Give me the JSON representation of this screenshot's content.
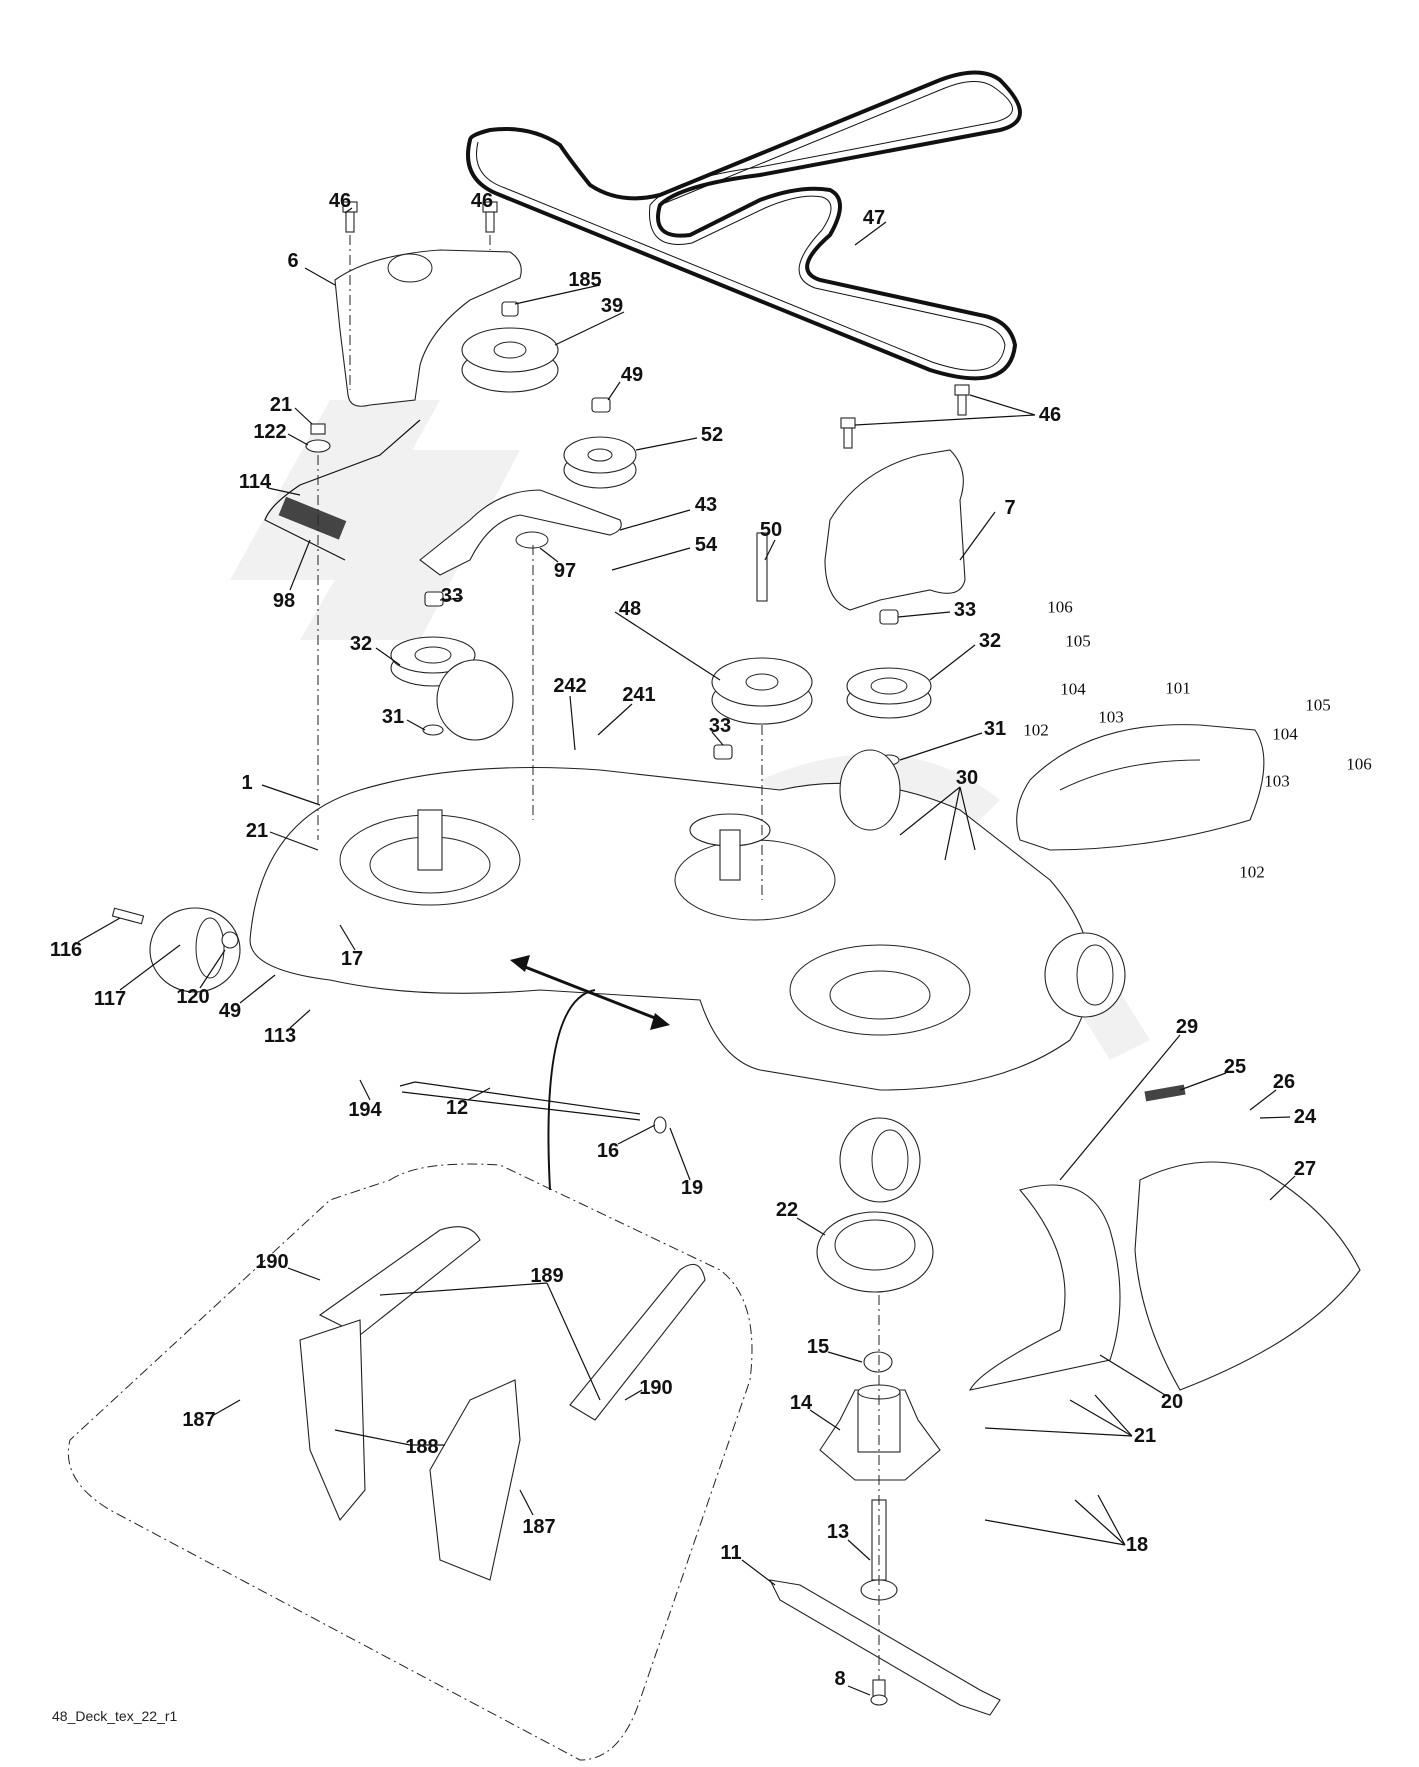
{
  "diagram": {
    "title": "48_Deck_tex_22_r1",
    "type": "exploded parts diagram",
    "subject": "48 inch mower cutting deck assembly",
    "callouts": [
      {
        "id": "c46a",
        "text": "46",
        "part": "bolt"
      },
      {
        "id": "c46b",
        "text": "46",
        "part": "bolt"
      },
      {
        "id": "c47",
        "text": "47",
        "part": "drive belt"
      },
      {
        "id": "c6",
        "text": "6",
        "part": "belt cover left"
      },
      {
        "id": "c185",
        "text": "185",
        "part": "nut"
      },
      {
        "id": "c39",
        "text": "39",
        "part": "idler pulley"
      },
      {
        "id": "c49a",
        "text": "49",
        "part": "nut"
      },
      {
        "id": "c52",
        "text": "52",
        "part": "idler pulley"
      },
      {
        "id": "c46c",
        "text": "46",
        "part": "bolts"
      },
      {
        "id": "c21a",
        "text": "21",
        "part": "nut"
      },
      {
        "id": "c122",
        "text": "122",
        "part": "washer"
      },
      {
        "id": "c114",
        "text": "114",
        "part": "rod"
      },
      {
        "id": "c43",
        "text": "43",
        "part": "idler arm"
      },
      {
        "id": "c7",
        "text": "7",
        "part": "belt cover right"
      },
      {
        "id": "c50",
        "text": "50",
        "part": "bolt"
      },
      {
        "id": "c54",
        "text": "54",
        "part": "bolt"
      },
      {
        "id": "c97",
        "text": "97",
        "part": "washer"
      },
      {
        "id": "c98",
        "text": "98",
        "part": "spring"
      },
      {
        "id": "c33a",
        "text": "33",
        "part": "nut"
      },
      {
        "id": "c33b",
        "text": "33",
        "part": "nut"
      },
      {
        "id": "c106a",
        "text": "106",
        "part": "clip"
      },
      {
        "id": "c48",
        "text": "48",
        "part": "idler pulley"
      },
      {
        "id": "c105a",
        "text": "105",
        "part": "pin"
      },
      {
        "id": "c32a",
        "text": "32",
        "part": "spindle pulley"
      },
      {
        "id": "c32b",
        "text": "32",
        "part": "spindle pulley"
      },
      {
        "id": "c242",
        "text": "242",
        "part": "fitting"
      },
      {
        "id": "c241",
        "text": "241",
        "part": "screw"
      },
      {
        "id": "c104a",
        "text": "104",
        "part": "nut"
      },
      {
        "id": "c101",
        "text": "101",
        "part": "mulch cover"
      },
      {
        "id": "c105b",
        "text": "105",
        "part": "pin"
      },
      {
        "id": "c31a",
        "text": "31",
        "part": "washer"
      },
      {
        "id": "c31b",
        "text": "31",
        "part": "washer"
      },
      {
        "id": "c33c",
        "text": "33",
        "part": "nut"
      },
      {
        "id": "c103a",
        "text": "103",
        "part": "washer"
      },
      {
        "id": "c102a",
        "text": "102",
        "part": "screw"
      },
      {
        "id": "c104b",
        "text": "104",
        "part": "nut"
      },
      {
        "id": "c30",
        "text": "30",
        "part": "bolts"
      },
      {
        "id": "c103b",
        "text": "103",
        "part": "washer"
      },
      {
        "id": "c106b",
        "text": "106",
        "part": "clip"
      },
      {
        "id": "c1",
        "text": "1",
        "part": "deck housing"
      },
      {
        "id": "c21b",
        "text": "21",
        "part": "nut"
      },
      {
        "id": "c102b",
        "text": "102",
        "part": "screw"
      },
      {
        "id": "c116",
        "text": "116",
        "part": "bolt"
      },
      {
        "id": "c17",
        "text": "17",
        "part": "bolt"
      },
      {
        "id": "c117",
        "text": "117",
        "part": "wheel"
      },
      {
        "id": "c120",
        "text": "120",
        "part": "washer"
      },
      {
        "id": "c49b",
        "text": "49",
        "part": "nut"
      },
      {
        "id": "c113",
        "text": "113",
        "part": "bolt"
      },
      {
        "id": "c29",
        "text": "29",
        "part": "rod"
      },
      {
        "id": "c25",
        "text": "25",
        "part": "spring"
      },
      {
        "id": "c26",
        "text": "26",
        "part": "washer"
      },
      {
        "id": "c24",
        "text": "24",
        "part": "pin"
      },
      {
        "id": "c194",
        "text": "194",
        "part": "bolt"
      },
      {
        "id": "c12",
        "text": "12",
        "part": "rod"
      },
      {
        "id": "c27",
        "text": "27",
        "part": "deflector"
      },
      {
        "id": "c16",
        "text": "16",
        "part": "washer"
      },
      {
        "id": "c19",
        "text": "19",
        "part": "clip"
      },
      {
        "id": "c22",
        "text": "22",
        "part": "bearing ring"
      },
      {
        "id": "c190a",
        "text": "190",
        "part": "bolt"
      },
      {
        "id": "c189",
        "text": "189",
        "part": "hanger arms"
      },
      {
        "id": "c15",
        "text": "15",
        "part": "bearing"
      },
      {
        "id": "c20",
        "text": "20",
        "part": "baffle"
      },
      {
        "id": "c190b",
        "text": "190",
        "part": "bolt"
      },
      {
        "id": "c187a",
        "text": "187",
        "part": "bolt"
      },
      {
        "id": "c14",
        "text": "14",
        "part": "spindle housing"
      },
      {
        "id": "c188",
        "text": "188",
        "part": "nuts"
      },
      {
        "id": "c21c",
        "text": "21",
        "part": "nuts"
      },
      {
        "id": "c187b",
        "text": "187",
        "part": "bolt"
      },
      {
        "id": "c13",
        "text": "13",
        "part": "spindle shaft"
      },
      {
        "id": "c18",
        "text": "18",
        "part": "bolts"
      },
      {
        "id": "c11",
        "text": "11",
        "part": "blade"
      },
      {
        "id": "c8",
        "text": "8",
        "part": "blade bolt"
      }
    ]
  }
}
